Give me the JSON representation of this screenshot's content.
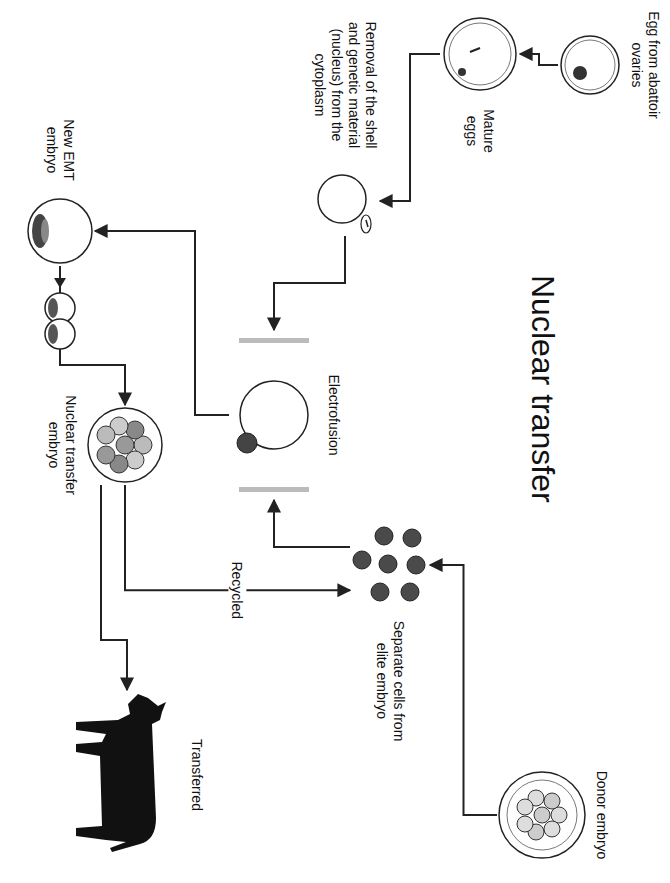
{
  "diagram": {
    "title": "Nuclear transfer",
    "nodes": [
      {
        "text": [
          "Egg from abattoir ovaries"
        ]
      },
      {
        "text": [
          "Mature eggs"
        ]
      },
      {
        "text": [
          "Removal of the shell and genetic material (nucleus) from the cytoplasm"
        ]
      },
      {
        "text": [
          "Electrofusion"
        ]
      },
      {
        "text": [
          "New EMT embryo"
        ]
      },
      {
        "text": [
          "Nuclear transfer embryo"
        ]
      },
      {
        "text": [
          "Separate cells from elite embryo"
        ]
      },
      {
        "text": [
          "Donor embryo"
        ]
      },
      {
        "text": [
          "Transferred"
        ]
      }
    ],
    "edges": [
      {
        "from": 0,
        "to": 1,
        "arrow": "to"
      },
      {
        "from": 1,
        "to": 2,
        "arrow": "to"
      },
      {
        "from": 2,
        "to": 3,
        "arrow": "to"
      },
      {
        "from": 3,
        "to": 4,
        "arrow": "to"
      },
      {
        "from": 4,
        "to": 5,
        "arrow": "to"
      },
      {
        "from": 5,
        "to": 6,
        "label": "Recycled",
        "arrow": "to"
      },
      {
        "from": 5,
        "to": 8,
        "arrow": "to"
      },
      {
        "from": 7,
        "to": 6,
        "arrow": "to"
      },
      {
        "from": 6,
        "to": 3,
        "arrow": "to"
      }
    ]
  }
}
